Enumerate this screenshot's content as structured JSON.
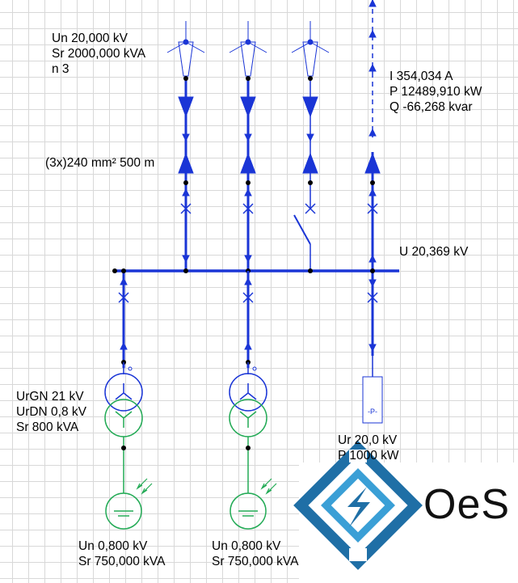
{
  "generators": {
    "un": "Un 20,000 kV",
    "sr": "Sr 2000,000 kVA",
    "n": "n 3"
  },
  "cable": "(3x)240 mm² 500 m",
  "grid_flow": {
    "i": "I 354,034 A",
    "p": "P 12489,910 kW",
    "q": "Q -66,268 kvar"
  },
  "busbar_voltage": "U 20,369 kV",
  "transformer": {
    "urgn": "UrGN 21 kV",
    "urdn": "UrDN 0,8 kV",
    "sr": "Sr 800 kVA"
  },
  "load": {
    "symbol": "-P-",
    "ur": "Ur 20,0 kV",
    "p": "P 1000 kW"
  },
  "pv1": {
    "un": "Un 0,800 kV",
    "sr": "Sr 750,000 kVA"
  },
  "pv2": {
    "un": "Un 0,800 kV",
    "sr": "Sr 750,000 kVA"
  },
  "logo": {
    "text": "OeS",
    "color": "#1f6fa6"
  },
  "colors": {
    "network": "#1a35d6",
    "low_voltage": "#22aa55"
  }
}
